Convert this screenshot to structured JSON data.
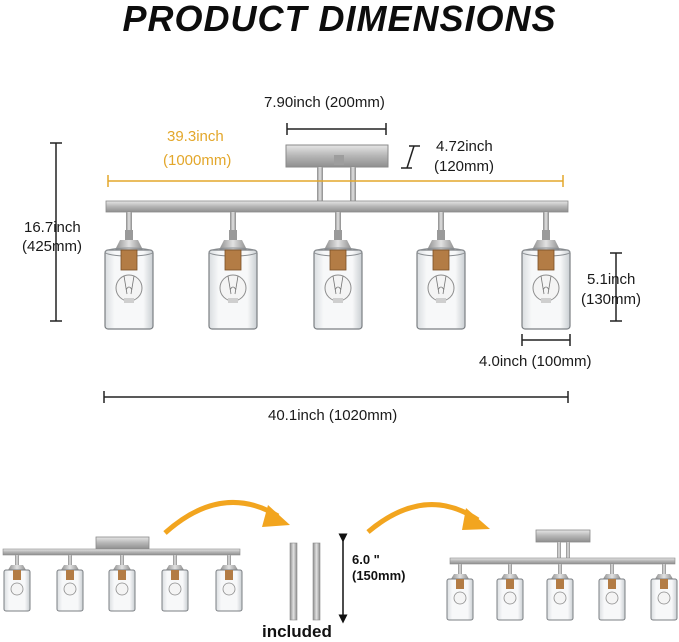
{
  "title": "PRODUCT DIMENSIONS",
  "dims": {
    "canopy_width": "7.90inch (200mm)",
    "canopy_height_in": "4.72inch",
    "canopy_height_mm": "(120mm)",
    "bar_length_in": "39.3inch",
    "bar_length_mm": "(1000mm)",
    "total_height_in": "16.7inch",
    "total_height_mm": "(425mm)",
    "shade_height_in": "5.1inch",
    "shade_height_mm": "(130mm)",
    "shade_width": "4.0inch (100mm)",
    "total_width": "40.1inch (1020mm)"
  },
  "extension": {
    "rod_length_in": "6.0 \"",
    "rod_length_mm": "(150mm)",
    "included_label": "included"
  },
  "colors": {
    "accent_gold": "#e3a72b",
    "arrow_orange": "#f2a51f",
    "metal": "#b9b9b9"
  }
}
